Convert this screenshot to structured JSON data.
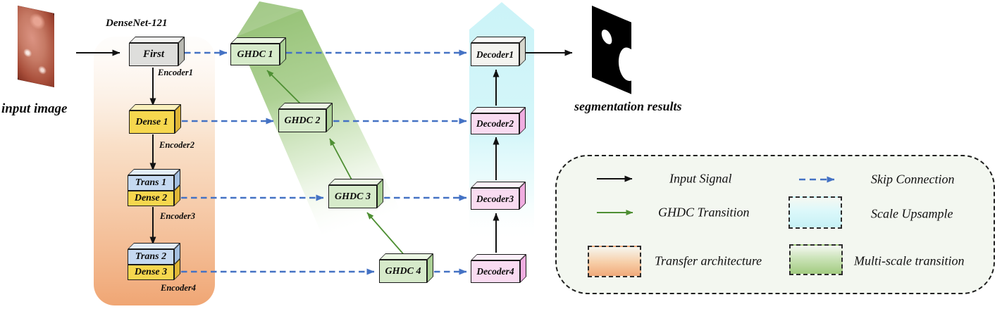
{
  "title": "DenseNet-121",
  "input": {
    "label": "input image"
  },
  "output": {
    "label": "segmentation results"
  },
  "encoder": {
    "first": "First",
    "encoder1": "Encoder1",
    "dense1": "Dense 1",
    "encoder2": "Encoder2",
    "trans1": "Trans 1",
    "dense2": "Dense 2",
    "encoder3": "Encoder3",
    "trans2": "Trans 2",
    "dense3": "Dense 3",
    "encoder4": "Encoder4"
  },
  "ghdc": {
    "g1": "GHDC 1",
    "g2": "GHDC 2",
    "g3": "GHDC 3",
    "g4": "GHDC 4"
  },
  "decoder": {
    "d1": "Decoder1",
    "d2": "Decoder2",
    "d3": "Decoder3",
    "d4": "Decoder4"
  },
  "legend": {
    "input_signal": "Input Signal",
    "ghdc_transition": "GHDC Transition",
    "transfer_architecture": "Transfer architecture",
    "skip_connection": "Skip Connection",
    "scale_upsample": "Scale Upsample",
    "multi_scale_transition": "Multi-scale transition"
  },
  "colors": {
    "input_signal_arrow": "#111111",
    "skip_connection_arrow": "#4472C4",
    "ghdc_transition_arrow": "#4E8F33",
    "first_block": "#DEDEDC",
    "dense_block": "#F6D74E",
    "trans_block": "#C5D9F1",
    "ghdc_block": "#D6EACA",
    "decoder_block": "#F9DBF1",
    "transfer_architecture_band": "#F0A674",
    "scale_upsample_band": "#C9F3F7",
    "multi_scale_transition_band": "#8FBE6E"
  }
}
